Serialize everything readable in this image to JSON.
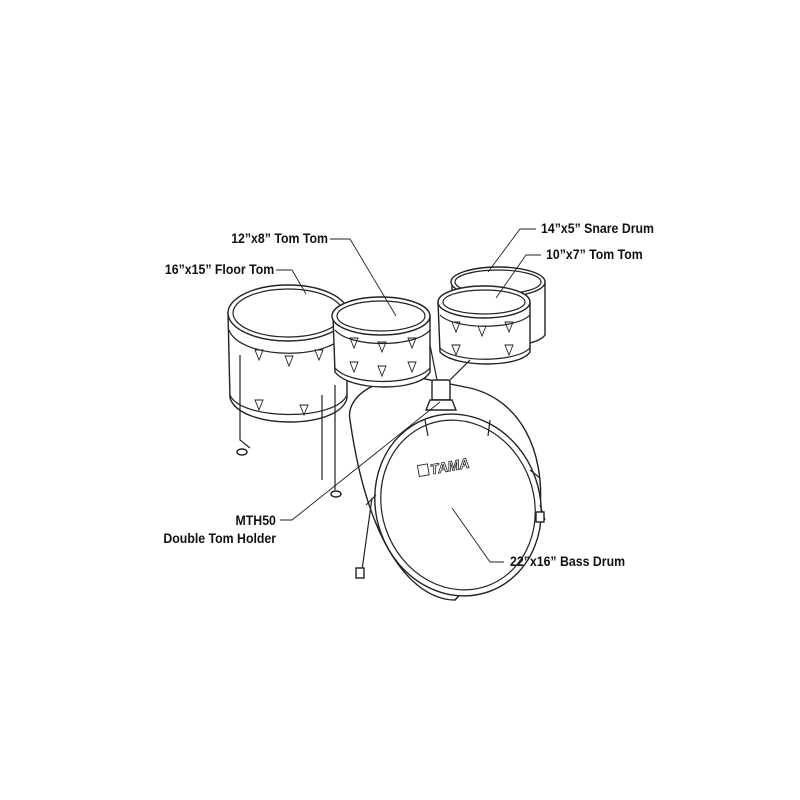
{
  "labels": {
    "tom12": "12”x8” Tom Tom",
    "floor": "16”x15” Floor Tom",
    "snare": "14”x5” Snare Drum",
    "tom10": "10”x7” Tom Tom",
    "holder_line1": "MTH50",
    "holder_line2": "Double Tom Holder",
    "bass": "22”x16” Bass Drum"
  },
  "logo": "TAMA"
}
